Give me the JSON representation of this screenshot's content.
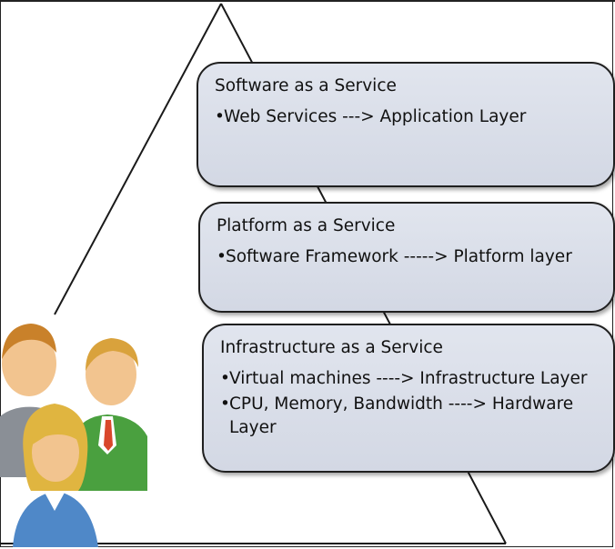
{
  "layers": [
    {
      "title": "Software as a Service",
      "items": [
        "Web Services ---> Application Layer"
      ]
    },
    {
      "title": "Platform as a Service",
      "items": [
        "Software Framework -----> Platform layer"
      ]
    },
    {
      "title": "Infrastructure as a Service",
      "items": [
        "Virtual machines ----> Infrastructure Layer",
        "CPU, Memory, Bandwidth ----> Hardware Layer"
      ]
    }
  ],
  "bullet": "•",
  "people_icon": "users-group-icon",
  "colors": {
    "box_fill": "#d9dde7",
    "outline": "#1f1f1f"
  }
}
